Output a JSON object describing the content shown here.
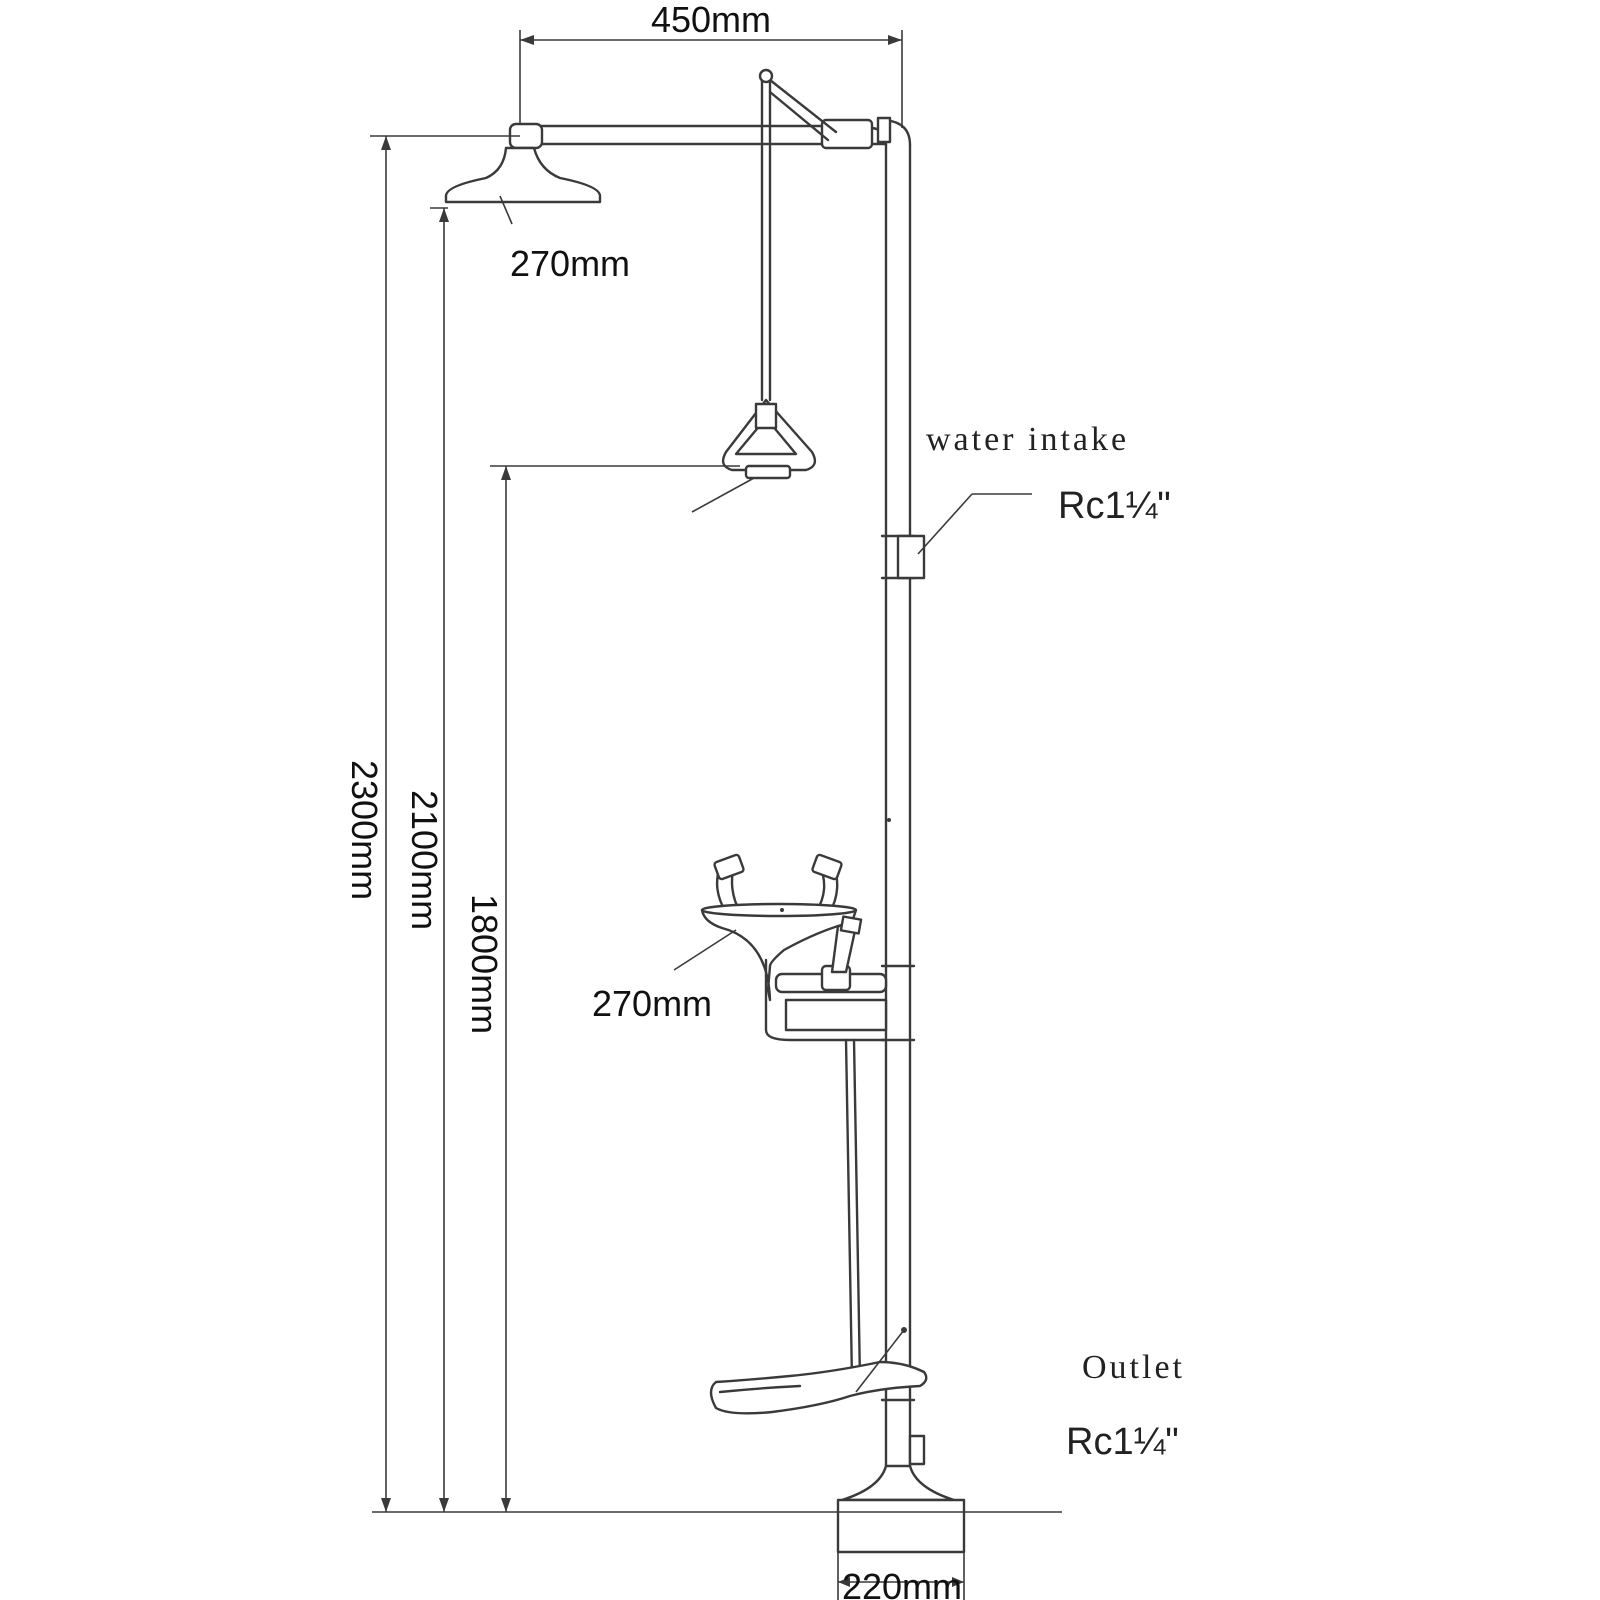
{
  "dimensions": {
    "width_450": "450mm",
    "shower_head_diameter": "270mm",
    "total_height": "2300mm",
    "shower_head_height": "2100mm",
    "handle_height": "1800mm",
    "eyewash_bowl_diameter": "270mm",
    "base_width": "220mm"
  },
  "labels": {
    "water_intake": "water intake",
    "water_intake_thread": "Rc1¼\"",
    "outlet": "Outlet",
    "outlet_thread": "Rc1¼\""
  }
}
